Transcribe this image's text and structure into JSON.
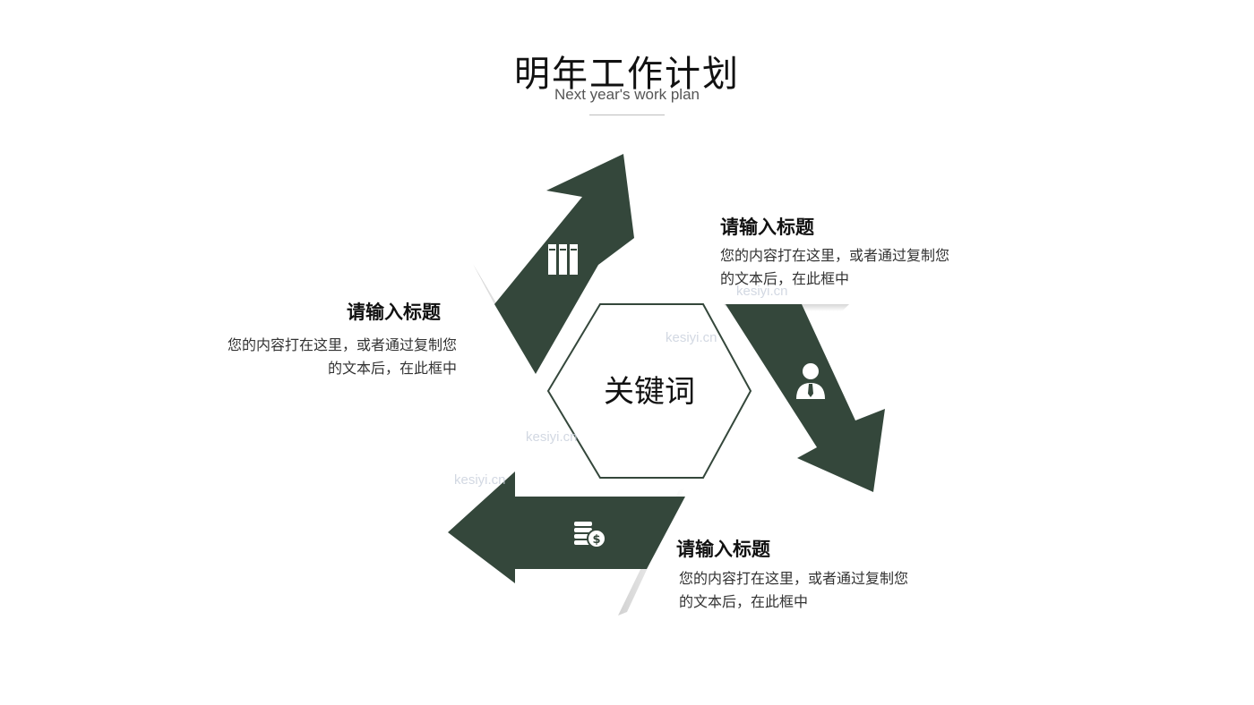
{
  "header": {
    "title": "明年工作计划",
    "subtitle": "Next year's work plan"
  },
  "center": {
    "keyword": "关键词"
  },
  "blocks": [
    {
      "title": "请输入标题",
      "line1": "您的内容打在这里，或者通过复制您",
      "line2": "的文本后，在此框中"
    },
    {
      "title": "请输入标题",
      "line1": "您的内容打在这里，或者通过复制您",
      "line2": "的文本后，在此框中"
    },
    {
      "title": "请输入标题",
      "line1": "您的内容打在这里，或者通过复制您",
      "line2": "的文本后，在此框中"
    }
  ],
  "watermarks": [
    "kesiyi.cn",
    "kesiyi.cn",
    "kesiyi.cn",
    "kesiyi.cn"
  ],
  "icons": [
    "binders-icon",
    "businessman-icon",
    "coins-dollar-icon"
  ],
  "colors": {
    "arrow": "#34473b",
    "hexagon_stroke": "#34473b",
    "icon": "#ffffff"
  }
}
